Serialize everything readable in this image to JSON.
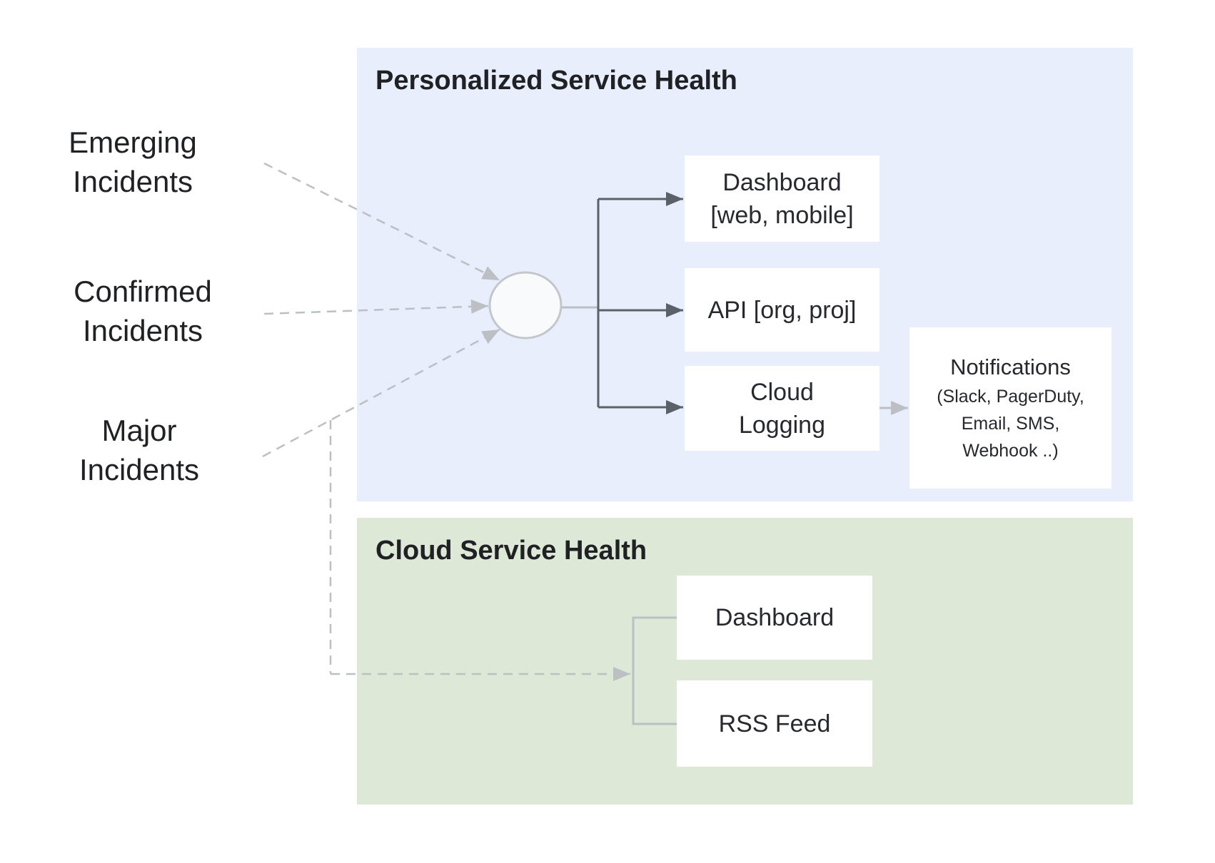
{
  "colors": {
    "page-bg": "#ffffff",
    "panel-blue": "#e8eefc",
    "panel-green": "#dde8d6",
    "node-bg": "#ffffff",
    "title-text": "#202124",
    "node-text": "#27292e",
    "label-text": "#202124",
    "dark-line": "#5c6167",
    "light-line": "#bcc0c5",
    "circle-fill": "#f9fafb",
    "circle-stroke": "#c3c6ca"
  },
  "incident_labels": {
    "emerging": "Emerging\nIncidents",
    "confirmed": "Confirmed\nIncidents",
    "major": "Major\nIncidents"
  },
  "personalized_panel": {
    "title": "Personalized Service Health",
    "nodes": {
      "dashboard": "Dashboard\n[web, mobile]",
      "api": "API [org, proj]",
      "cloud_logging": "Cloud\nLogging",
      "notifications_title": "Notifications",
      "notifications_subtitle": "(Slack, PagerDuty,\nEmail, SMS,\nWebhook ..)"
    }
  },
  "cloud_panel": {
    "title": "Cloud Service Health",
    "nodes": {
      "dashboard": "Dashboard",
      "rss": "RSS Feed"
    }
  }
}
